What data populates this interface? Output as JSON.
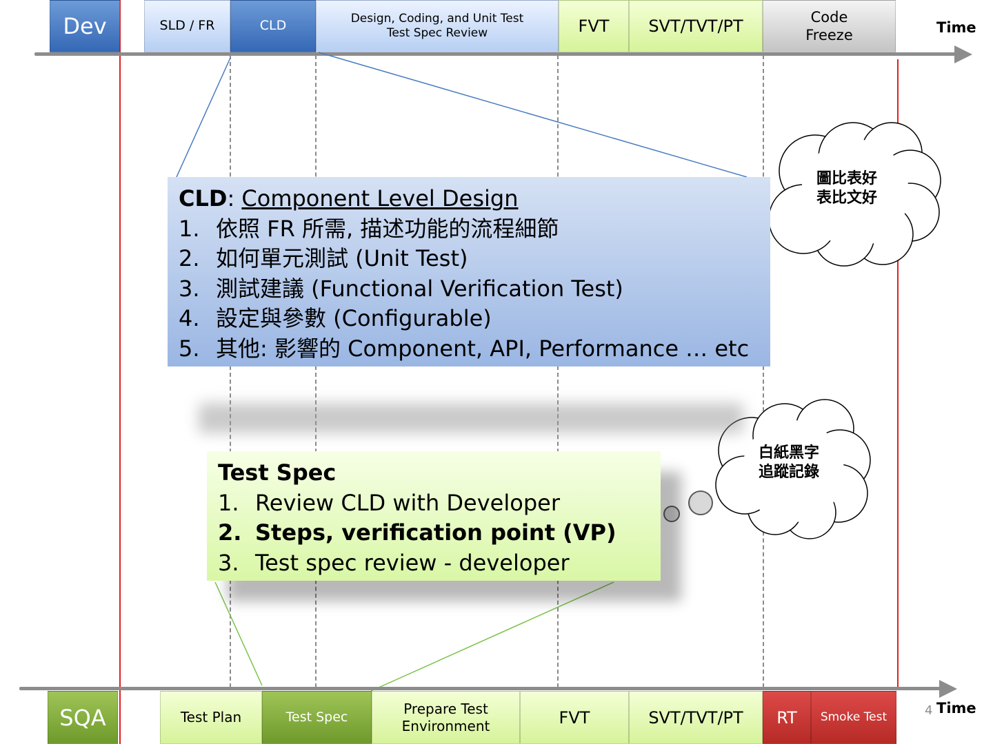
{
  "dev_row": {
    "label": "Dev",
    "phases": [
      "SLD  / FR",
      "CLD",
      "Design, Coding, and Unit Test\nTest Spec Review",
      "FVT",
      "SVT/TVT/PT",
      "Code\nFreeze"
    ],
    "time_label": "Time"
  },
  "cld_box": {
    "heading_bold": "CLD",
    "heading_sep": ": ",
    "heading_title": "Component Level Design",
    "items": [
      {
        "num": "1.",
        "text": "依照 FR 所需, 描述功能的流程細節"
      },
      {
        "num": "2.",
        "text": "如何單元測試 (Unit Test)"
      },
      {
        "num": "3.",
        "text": "測試建議 (Functional Verification Test)"
      },
      {
        "num": "4.",
        "text": "設定與參數 (Configurable)"
      },
      {
        "num": "5.",
        "text": "其他: 影響的 Component, API, Performance … etc"
      }
    ]
  },
  "cloud_top": {
    "text": "圖比表好\n表比文好"
  },
  "spec_box": {
    "heading": "Test Spec",
    "items": [
      {
        "num": "1.",
        "text": "Review CLD with Developer"
      },
      {
        "num": "2.",
        "text": "Steps, verification point (VP)"
      },
      {
        "num": "3.",
        "text": "Test spec review - developer"
      }
    ]
  },
  "cloud_bottom": {
    "text": "白紙黑字\n追蹤記錄"
  },
  "sqa_row": {
    "label": "SQA",
    "phases": [
      "Test Plan",
      "Test Spec",
      "Prepare Test\nEnvironment",
      "FVT",
      "SVT/TVT/PT",
      "RT",
      "Smoke Test"
    ],
    "time_label": "Time",
    "page_number": "4"
  },
  "colors": {
    "dev_blue": "#3568b5",
    "sqa_green": "#6f9a2b",
    "rt_red": "#b62a26",
    "boundary_red": "#e02020"
  }
}
